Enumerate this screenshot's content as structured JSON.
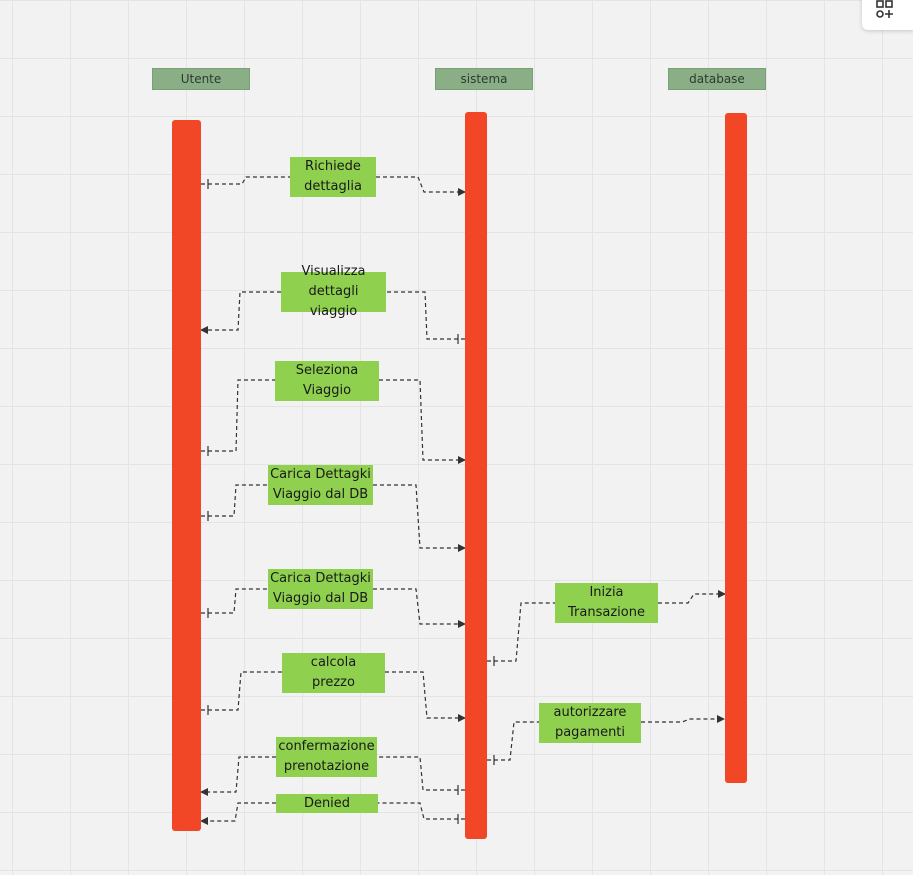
{
  "participants": [
    {
      "id": "utente",
      "label": "Utente"
    },
    {
      "id": "sistema",
      "label": "sistema"
    },
    {
      "id": "database",
      "label": "database"
    }
  ],
  "messages": [
    {
      "id": "richiede-dettaglia",
      "text": "Richiede\ndettaglia",
      "from": "utente",
      "to": "sistema"
    },
    {
      "id": "visualizza-dettagli-viaggio",
      "text": "Visualizza\ndettagli viaggio",
      "from": "sistema",
      "to": "utente"
    },
    {
      "id": "seleziona-viaggio",
      "text": "Seleziona\nViaggio",
      "from": "utente",
      "to": "sistema"
    },
    {
      "id": "carica-dettagli-1",
      "text": "Carica Dettagki\nViaggio dal DB",
      "from": "utente",
      "to": "sistema"
    },
    {
      "id": "carica-dettagli-2",
      "text": "Carica Dettagki\nViaggio dal DB",
      "from": "utente",
      "to": "sistema"
    },
    {
      "id": "inizia-transazione",
      "text": "Inizia\nTransazione",
      "from": "sistema",
      "to": "database"
    },
    {
      "id": "calcola-prezzo",
      "text": "calcola\nprezzo",
      "from": "utente",
      "to": "sistema"
    },
    {
      "id": "autorizzare-pagamenti",
      "text": "autorizzare\npagamenti",
      "from": "sistema",
      "to": "database"
    },
    {
      "id": "conferma-prenotazione",
      "text": "confermazione\nprenotazione",
      "from": "sistema",
      "to": "utente"
    },
    {
      "id": "denied",
      "text": "Denied",
      "from": "sistema",
      "to": "utente"
    }
  ],
  "colors": {
    "lifeline": "#f24726",
    "message_box": "#8fd14f",
    "header": "#8aaf87",
    "connector": "#333333"
  },
  "toolbar": {
    "icon": "shapes-add-icon"
  }
}
